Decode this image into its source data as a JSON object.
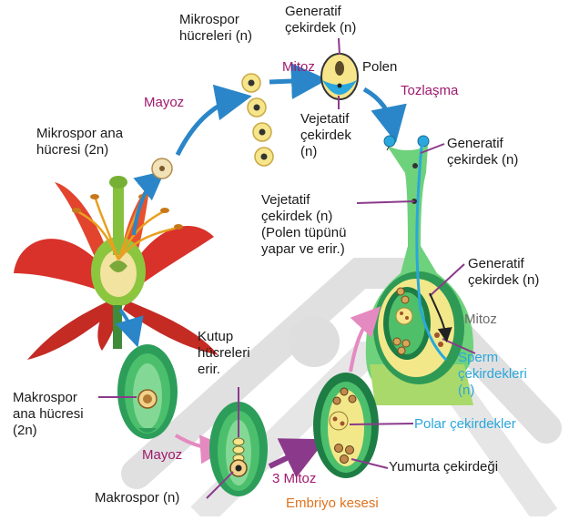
{
  "labels": {
    "mikrospor_hucreleri": [
      "Mikrospor",
      "hücreleri (n)"
    ],
    "generatif_top": [
      "Generatif",
      "çekirdek (n)"
    ],
    "mitoz_top": "Mitoz",
    "polen": "Polen",
    "tozlasma": "Tozlaşma",
    "mayoz_top": "Mayoz",
    "mikrospor_ana": [
      "Mikrospor ana",
      "hücresi (2n)"
    ],
    "vejetatif_top": [
      "Vejetatif",
      "çekirdek",
      "(n)"
    ],
    "generatif_tube": [
      "Generatif",
      "çekirdek (n)"
    ],
    "vejetatif_tube": [
      "Vejetatif",
      "çekirdek (n)",
      "(Polen tüpünü",
      "yapar ve erir.)"
    ],
    "generatif_ovule": [
      "Generatif",
      "çekirdek (n)"
    ],
    "mitoz_ovule": "Mitoz",
    "sperm": [
      "Sperm",
      "çekirdekleri",
      "(n)"
    ],
    "kutup": [
      "Kutup",
      "hücreleri",
      "erir."
    ],
    "makrospor_ana": [
      "Makrospor",
      "ana hücresi",
      "(2n)"
    ],
    "mayoz_bottom": "Mayoz",
    "polar": "Polar çekirdekler",
    "yumurta": "Yumurta çekirdeği",
    "uc_mitoz": "3 Mitoz",
    "makrospor": "Makrospor (n)",
    "embriyo": "Embriyo kesesi"
  },
  "colors": {
    "purple_label": "#a0196e",
    "blue_label": "#2aa7dc",
    "orange_label": "#e0731e",
    "arrow_blue": "#2a86c8",
    "arrow_pink": "#e58ac0",
    "ovule_green": "#1f8f55",
    "pistil_green": "#6ed17b",
    "nucleus_yellow": "#f6e58a",
    "petal_red": "#d8322a"
  }
}
